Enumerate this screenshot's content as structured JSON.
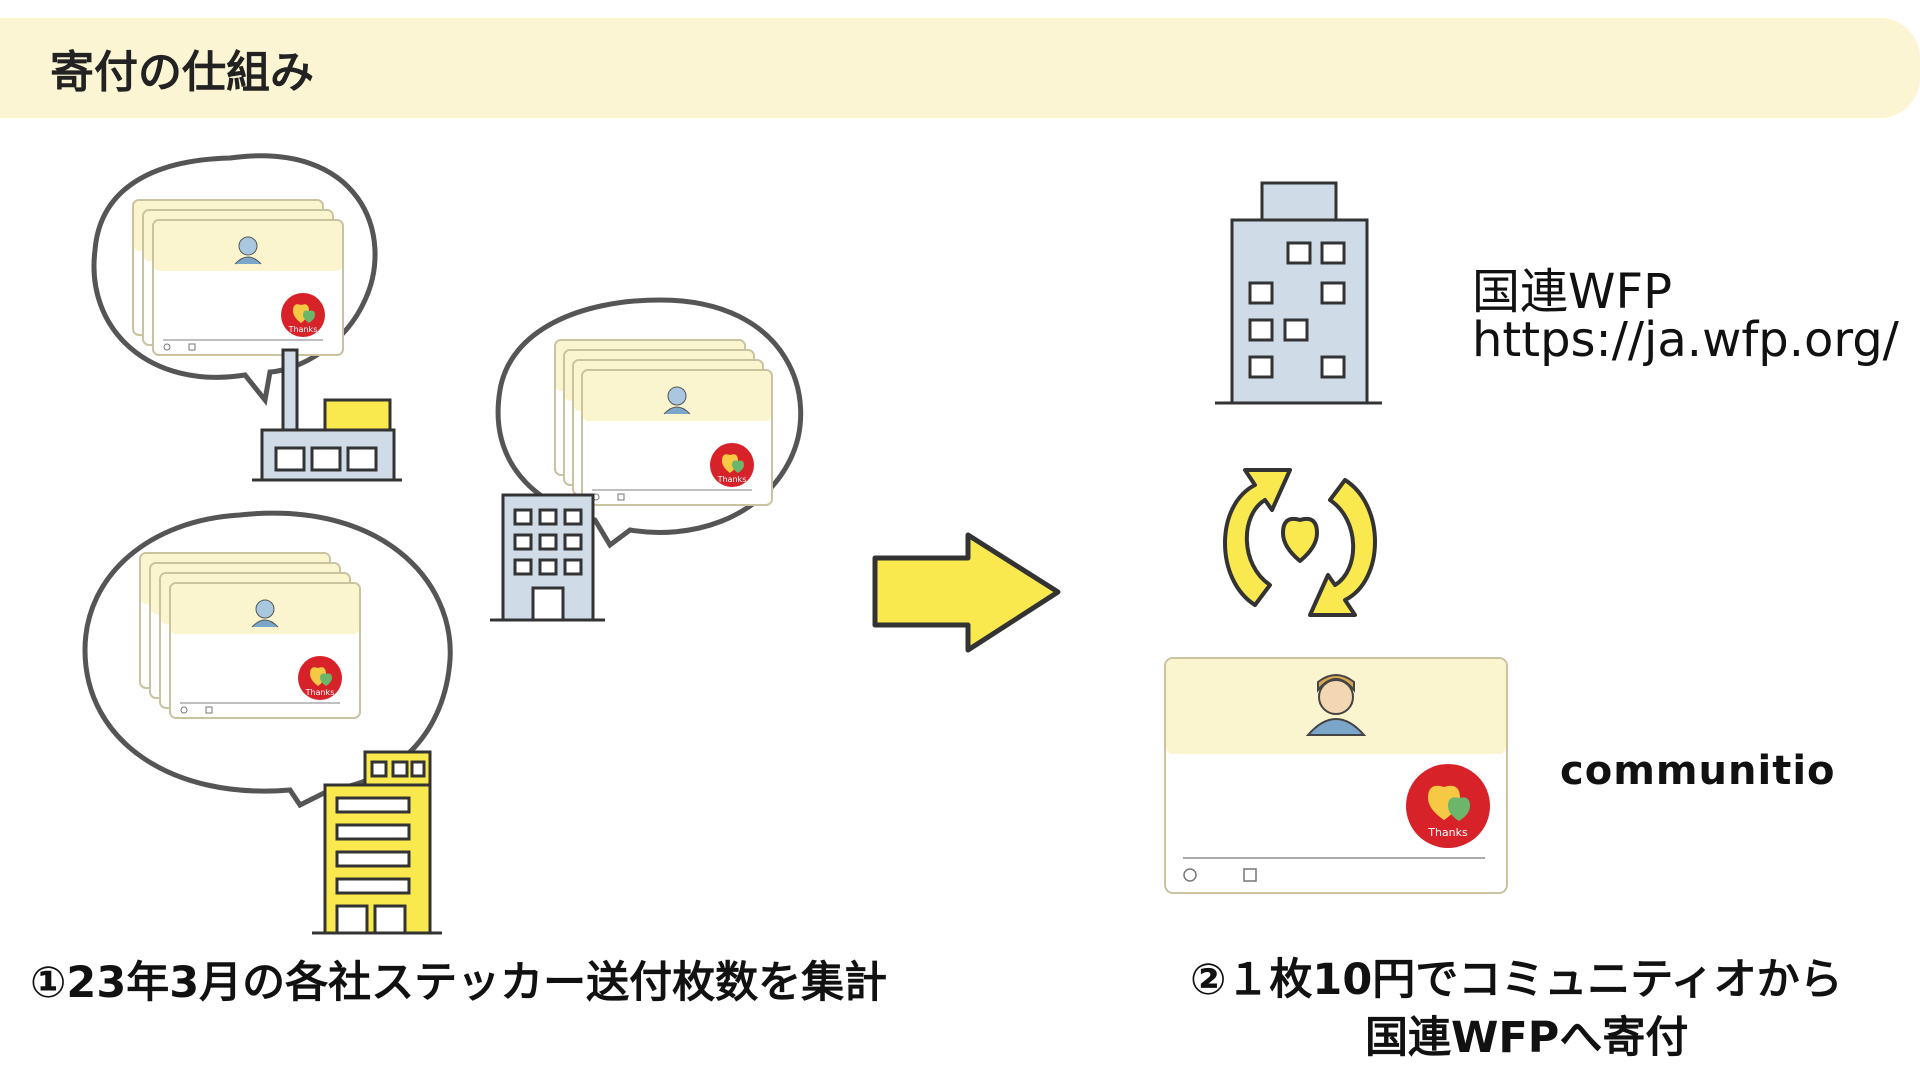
{
  "header": {
    "title": "寄付の仕組み"
  },
  "wfp": {
    "name": "国連WFP",
    "url": "https://ja.wfp.org/"
  },
  "brand": {
    "name": "communitio"
  },
  "card": {
    "badge_label": "Thanks"
  },
  "steps": {
    "step1": "①23年3月の各社ステッカー送付枚数を集計",
    "step2_line1": "②１枚10円でコミュニティオから",
    "step2_line2": "国連WFPへ寄付"
  },
  "colors": {
    "accent_yellow": "#f9e84e",
    "card_header": "#fbf5cf",
    "building_blue": "#cfdce7",
    "badge_red": "#d7222a",
    "outline": "#3a3a3a"
  },
  "icons": [
    "factory-icon",
    "office-building-icon",
    "yellow-building-icon",
    "arrow-right-icon",
    "cycle-heart-icon",
    "wfp-building-icon"
  ]
}
